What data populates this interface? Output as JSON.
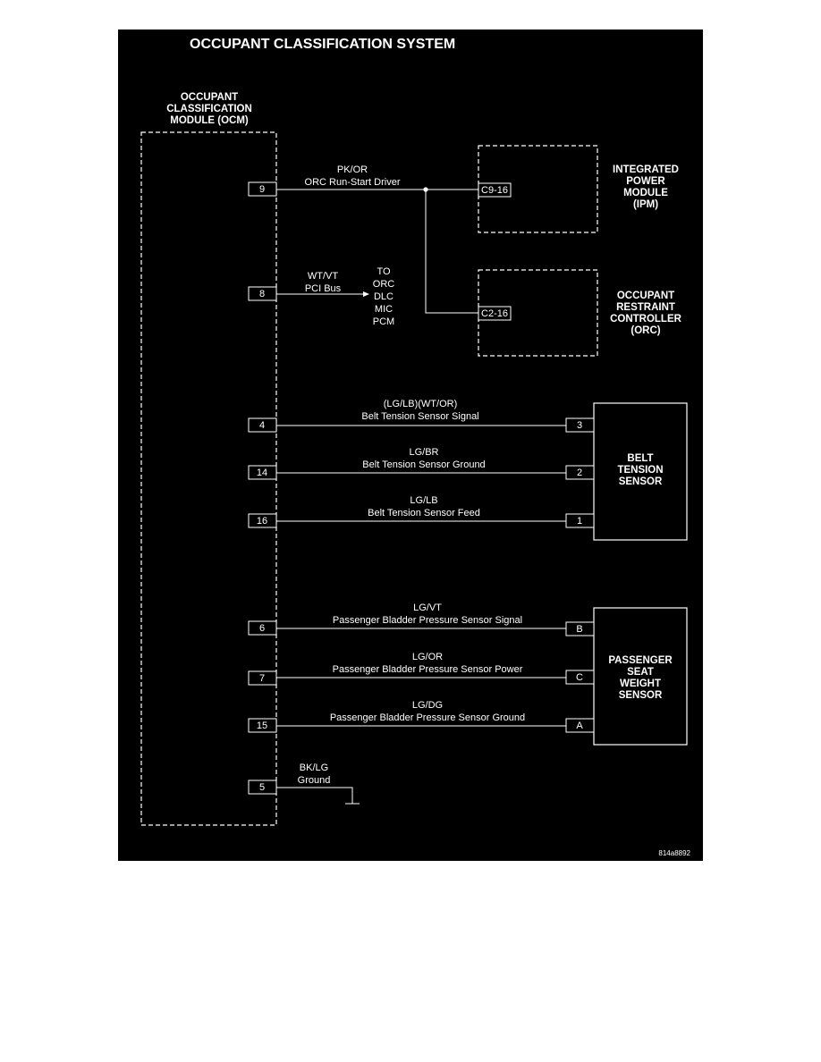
{
  "title": "OCCUPANT CLASSIFICATION SYSTEM",
  "ocm": {
    "name": [
      "OCCUPANT",
      "CLASSIFICATION",
      "MODULE (OCM)"
    ]
  },
  "ipm": {
    "name": [
      "INTEGRATED",
      "POWER",
      "MODULE",
      "(IPM)"
    ],
    "connector": "C9-16"
  },
  "orc": {
    "name": [
      "OCCUPANT",
      "RESTRAINT",
      "CONTROLLER",
      "(ORC)"
    ],
    "connector": "C2-16"
  },
  "belt_sensor": {
    "name": [
      "BELT",
      "TENSION",
      "SENSOR"
    ]
  },
  "seat_sensor": {
    "name": [
      "PASSENGER",
      "SEAT",
      "WEIGHT",
      "SENSOR"
    ]
  },
  "pci_destinations": [
    "TO",
    "ORC",
    "DLC",
    "MIC",
    "PCM"
  ],
  "wires": {
    "w9": {
      "pin": "9",
      "color": "PK/OR",
      "desc": "ORC Run-Start Driver"
    },
    "w8": {
      "pin": "8",
      "color": "WT/VT",
      "desc": "PCI Bus"
    },
    "w4": {
      "pin": "4",
      "color": "(LG/LB)(WT/OR)",
      "desc": "Belt Tension Sensor Signal",
      "sensor_pin": "3"
    },
    "w14": {
      "pin": "14",
      "color": "LG/BR",
      "desc": "Belt Tension Sensor Ground",
      "sensor_pin": "2"
    },
    "w16": {
      "pin": "16",
      "color": "LG/LB",
      "desc": "Belt Tension Sensor Feed",
      "sensor_pin": "1"
    },
    "w6": {
      "pin": "6",
      "color": "LG/VT",
      "desc": "Passenger Bladder Pressure Sensor Signal",
      "sensor_pin": "B"
    },
    "w7": {
      "pin": "7",
      "color": "LG/OR",
      "desc": "Passenger Bladder Pressure Sensor Power",
      "sensor_pin": "C"
    },
    "w15": {
      "pin": "15",
      "color": "LG/DG",
      "desc": "Passenger Bladder Pressure Sensor Ground",
      "sensor_pin": "A"
    },
    "w5": {
      "pin": "5",
      "color": "BK/LG",
      "desc": "Ground"
    }
  },
  "figure_ref": "814a8892"
}
